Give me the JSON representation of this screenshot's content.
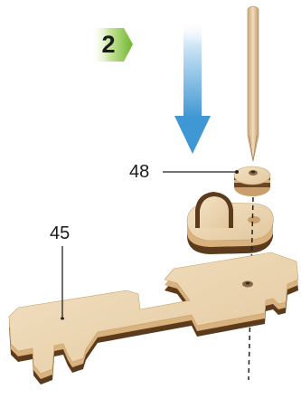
{
  "step": {
    "number": "2",
    "badge_color": "#7dbf3a",
    "badge_highlight": "#c7e59a"
  },
  "arrow": {
    "direction": "down",
    "color_top": "#d6ebf8",
    "color_bottom": "#4a9fd6"
  },
  "parts": [
    {
      "id": "peg-48",
      "label": "48"
    },
    {
      "id": "base-45",
      "label": "45"
    }
  ],
  "colors": {
    "wood_face": "#ead3ad",
    "wood_edge_dark": "#5c3a1c",
    "wood_edge_light": "#c9a06b",
    "leader_line": "#222222"
  },
  "icons": {
    "pencil": "pencil-icon",
    "arrow": "down-arrow-icon"
  }
}
